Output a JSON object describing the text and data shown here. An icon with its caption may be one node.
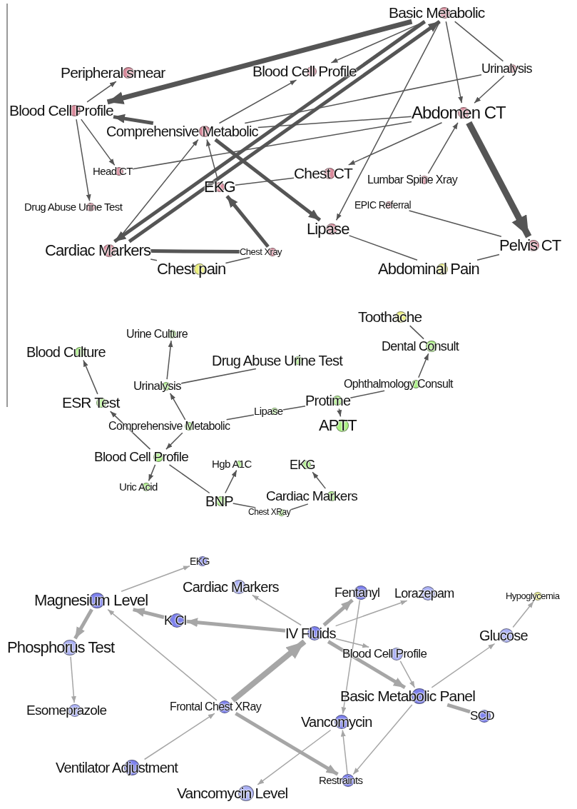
{
  "diagram": {
    "nodes": [
      {
        "text": [
          "Basic Metabolic"
        ]
      },
      {
        "text": [
          "Peripheral smear"
        ]
      },
      {
        "text": [
          "Blood Cell Profile"
        ]
      },
      {
        "text": [
          "Urinalysis"
        ]
      },
      {
        "text": [
          "Blood Cell Profile"
        ]
      },
      {
        "text": [
          "Comprehensive Metabolic"
        ]
      },
      {
        "text": [
          "Abdomen CT"
        ]
      },
      {
        "text": [
          "Head CT"
        ]
      },
      {
        "text": [
          "Chest CT"
        ]
      },
      {
        "text": [
          "Lumbar Spine Xray"
        ]
      },
      {
        "text": [
          "EKG"
        ]
      },
      {
        "text": [
          "EPIC Referral"
        ]
      },
      {
        "text": [
          "Drug Abuse Urine Test"
        ]
      },
      {
        "text": [
          "Lipase"
        ]
      },
      {
        "text": [
          "Pelvis CT"
        ]
      },
      {
        "text": [
          "Cardiac Markers"
        ]
      },
      {
        "text": [
          "Chest Xray"
        ]
      },
      {
        "text": [
          "Chest pain"
        ]
      },
      {
        "text": [
          "Abdominal Pain"
        ]
      },
      {
        "text": [
          "Toothache"
        ]
      },
      {
        "text": [
          "Urine Culture"
        ]
      },
      {
        "text": [
          "Blood Culture"
        ]
      },
      {
        "text": [
          "Drug Abuse Urine Test"
        ]
      },
      {
        "text": [
          "Dental Consult"
        ]
      },
      {
        "text": [
          "Urinalysis"
        ]
      },
      {
        "text": [
          "Ophthalmology Consult"
        ]
      },
      {
        "text": [
          "ESR Test"
        ]
      },
      {
        "text": [
          "Protime"
        ]
      },
      {
        "text": [
          "Lipase"
        ]
      },
      {
        "text": [
          "Comprehensive Metabolic"
        ]
      },
      {
        "text": [
          "APTT"
        ]
      },
      {
        "text": [
          "Blood Cell Profile"
        ]
      },
      {
        "text": [
          "Hgb A1C"
        ]
      },
      {
        "text": [
          "EKG"
        ]
      },
      {
        "text": [
          "Uric Acid"
        ]
      },
      {
        "text": [
          "BNP"
        ]
      },
      {
        "text": [
          "Cardiac Markers"
        ]
      },
      {
        "text": [
          "Chest XRay"
        ]
      },
      {
        "text": [
          "EKG"
        ]
      },
      {
        "text": [
          "Cardiac Markers"
        ]
      },
      {
        "text": [
          "Fentanyl"
        ]
      },
      {
        "text": [
          "Lorazepam"
        ]
      },
      {
        "text": [
          "Hypoglycemia"
        ]
      },
      {
        "text": [
          "Magnesium Level"
        ]
      },
      {
        "text": [
          "K Cl"
        ]
      },
      {
        "text": [
          "IV Fluids"
        ]
      },
      {
        "text": [
          "Glucose"
        ]
      },
      {
        "text": [
          "Phosphorus Test"
        ]
      },
      {
        "text": [
          "Blood Cell Profile"
        ]
      },
      {
        "text": [
          "Basic Metabolic Panel"
        ]
      },
      {
        "text": [
          "SCD"
        ]
      },
      {
        "text": [
          "Esomeprazole"
        ]
      },
      {
        "text": [
          "Frontal Chest XRay"
        ]
      },
      {
        "text": [
          "Vancomycin"
        ]
      },
      {
        "text": [
          "Ventilator Adjustment"
        ]
      },
      {
        "text": [
          "Restraints"
        ]
      },
      {
        "text": [
          "Vancomycin Level"
        ]
      }
    ],
    "edges": [
      {
        "from": 0,
        "to": 4,
        "arrow": "to",
        "style": "thick"
      },
      {
        "from": 4,
        "to": 1,
        "arrow": "to"
      },
      {
        "from": 0,
        "to": 2,
        "arrow": "to"
      },
      {
        "from": 0,
        "to": 6,
        "arrow": "to"
      },
      {
        "from": 0,
        "to": 3,
        "arrow": "none"
      },
      {
        "from": 3,
        "to": 6,
        "arrow": "to"
      },
      {
        "from": 0,
        "to": 13,
        "arrow": "to"
      },
      {
        "from": 0,
        "to": 15,
        "arrow": "to",
        "style": "thick"
      },
      {
        "from": 15,
        "to": 0,
        "arrow": "to",
        "style": "thick"
      },
      {
        "from": 5,
        "to": 4,
        "arrow": "to",
        "style": "thick"
      },
      {
        "from": 5,
        "to": 13,
        "arrow": "to",
        "style": "thick"
      },
      {
        "from": 5,
        "to": 2,
        "arrow": "to"
      },
      {
        "from": 5,
        "to": 3,
        "arrow": "none"
      },
      {
        "from": 5,
        "to": 6,
        "arrow": "none"
      },
      {
        "from": 7,
        "to": 6,
        "arrow": "none"
      },
      {
        "from": 4,
        "to": 7,
        "arrow": "to"
      },
      {
        "from": 4,
        "to": 12,
        "arrow": "to"
      },
      {
        "from": 10,
        "to": 8,
        "arrow": "none"
      },
      {
        "from": 16,
        "to": 10,
        "arrow": "to",
        "style": "thick"
      },
      {
        "from": 16,
        "to": 15,
        "arrow": "none",
        "style": "thick"
      },
      {
        "from": 15,
        "to": 5,
        "arrow": "to"
      },
      {
        "from": 10,
        "to": 5,
        "arrow": "to"
      },
      {
        "from": 15,
        "to": 17,
        "arrow": "none"
      },
      {
        "from": 17,
        "to": 16,
        "arrow": "none"
      },
      {
        "from": 6,
        "to": 8,
        "arrow": "to"
      },
      {
        "from": 9,
        "to": 6,
        "arrow": "to"
      },
      {
        "from": 6,
        "to": 14,
        "arrow": "to",
        "style": "thick"
      },
      {
        "from": 11,
        "to": 14,
        "arrow": "none"
      },
      {
        "from": 13,
        "to": 18,
        "arrow": "none"
      },
      {
        "from": 18,
        "to": 14,
        "arrow": "none"
      },
      {
        "from": 26,
        "to": 21,
        "arrow": "to"
      },
      {
        "from": 24,
        "to": 20,
        "arrow": "to"
      },
      {
        "from": 24,
        "to": 22,
        "arrow": "none"
      },
      {
        "from": 29,
        "to": 24,
        "arrow": "to"
      },
      {
        "from": 29,
        "to": 28,
        "arrow": "none"
      },
      {
        "from": 28,
        "to": 27,
        "arrow": "none"
      },
      {
        "from": 27,
        "to": 25,
        "arrow": "none"
      },
      {
        "from": 27,
        "to": 30,
        "arrow": "to"
      },
      {
        "from": 25,
        "to": 23,
        "arrow": "to"
      },
      {
        "from": 19,
        "to": 23,
        "arrow": "none"
      },
      {
        "from": 31,
        "to": 26,
        "arrow": "to"
      },
      {
        "from": 29,
        "to": 31,
        "arrow": "to"
      },
      {
        "from": 31,
        "to": 34,
        "arrow": "to"
      },
      {
        "from": 31,
        "to": 35,
        "arrow": "none"
      },
      {
        "from": 35,
        "to": 32,
        "arrow": "to"
      },
      {
        "from": 35,
        "to": 37,
        "arrow": "none"
      },
      {
        "from": 37,
        "to": 36,
        "arrow": "none"
      },
      {
        "from": 36,
        "to": 33,
        "arrow": "to"
      },
      {
        "from": 43,
        "to": 38,
        "arrow": "to",
        "color": "#a6a6a6"
      },
      {
        "from": 44,
        "to": 43,
        "arrow": "to",
        "style": "thick",
        "color": "#a6a6a6"
      },
      {
        "from": 45,
        "to": 44,
        "arrow": "to",
        "style": "thick",
        "color": "#a6a6a6"
      },
      {
        "from": 45,
        "to": 39,
        "arrow": "to",
        "color": "#a6a6a6"
      },
      {
        "from": 43,
        "to": 47,
        "arrow": "to",
        "style": "thick",
        "color": "#a6a6a6"
      },
      {
        "from": 47,
        "to": 51,
        "arrow": "to",
        "color": "#a6a6a6"
      },
      {
        "from": 52,
        "to": 43,
        "arrow": "to",
        "color": "#a6a6a6"
      },
      {
        "from": 52,
        "to": 45,
        "arrow": "to",
        "style": "thick",
        "color": "#a6a6a6"
      },
      {
        "from": 54,
        "to": 52,
        "arrow": "to",
        "color": "#a6a6a6"
      },
      {
        "from": 52,
        "to": 55,
        "arrow": "to",
        "style": "thick",
        "color": "#a6a6a6"
      },
      {
        "from": 45,
        "to": 40,
        "arrow": "to",
        "style": "thick",
        "color": "#a6a6a6"
      },
      {
        "from": 45,
        "to": 41,
        "arrow": "to",
        "color": "#a6a6a6"
      },
      {
        "from": 45,
        "to": 48,
        "arrow": "to",
        "color": "#a6a6a6"
      },
      {
        "from": 45,
        "to": 49,
        "arrow": "to",
        "style": "thick",
        "color": "#a6a6a6"
      },
      {
        "from": 40,
        "to": 53,
        "arrow": "to",
        "color": "#a6a6a6"
      },
      {
        "from": 48,
        "to": 49,
        "arrow": "to",
        "color": "#a6a6a6"
      },
      {
        "from": 49,
        "to": 46,
        "arrow": "to",
        "color": "#a6a6a6"
      },
      {
        "from": 46,
        "to": 42,
        "arrow": "to",
        "color": "#a6a6a6"
      },
      {
        "from": 49,
        "to": 50,
        "arrow": "none",
        "style": "thick",
        "color": "#a6a6a6"
      },
      {
        "from": 49,
        "to": 55,
        "arrow": "to",
        "color": "#a6a6a6"
      },
      {
        "from": 55,
        "to": 53,
        "arrow": "to",
        "color": "#a6a6a6"
      },
      {
        "from": 53,
        "to": 56,
        "arrow": "to",
        "color": "#a6a6a6"
      }
    ]
  }
}
